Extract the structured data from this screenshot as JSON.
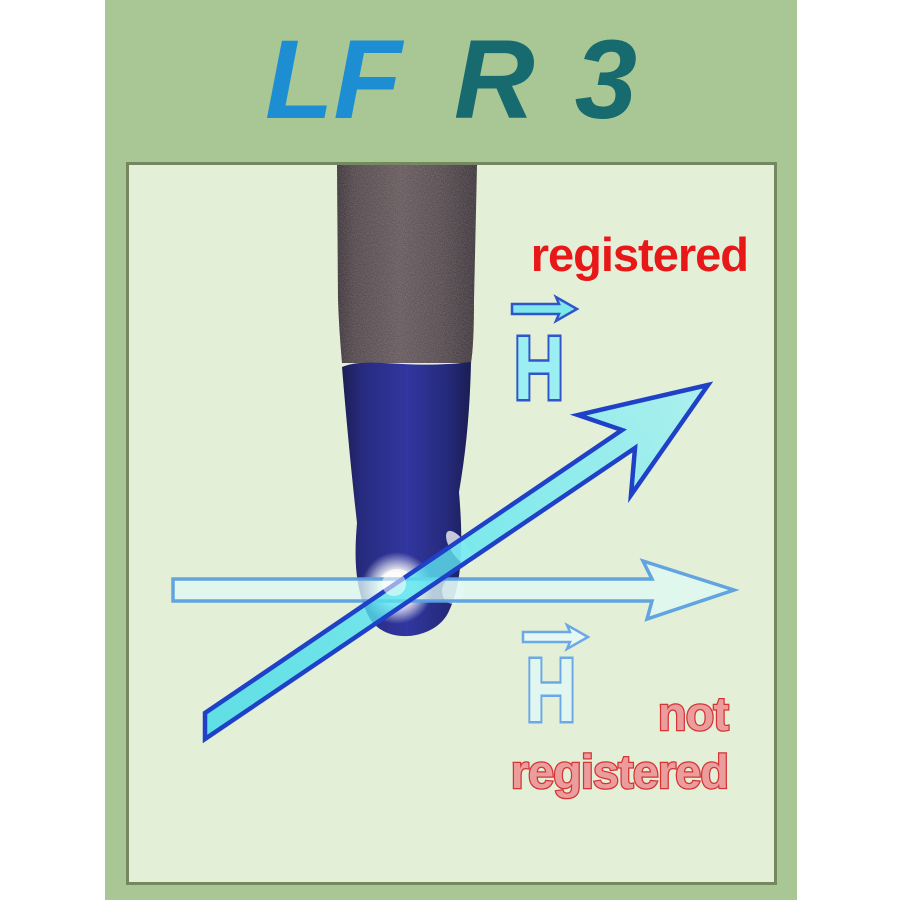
{
  "page": {
    "background": "#ffffff",
    "panel_background": "#a9c795"
  },
  "title": {
    "text": "LF R 3",
    "parts": [
      {
        "label": "LF",
        "color": "#1e8ed2"
      },
      {
        "label": "R",
        "color": "#176a6d"
      },
      {
        "label": "3",
        "color": "#176a6d"
      }
    ]
  },
  "figure": {
    "background": "#e3efd7",
    "border_color": "#74875f",
    "registered": {
      "label": "registered",
      "color": "#e81818"
    },
    "not_registered": {
      "line1": "not",
      "line2": "registered",
      "fill": "#eb9c9c",
      "outline": "#d63333"
    },
    "h_registered": {
      "label": "H",
      "fill": "#9beef2",
      "outline": "#2e55cc",
      "icon": "vector-overbar-arrow-icon"
    },
    "h_not_registered": {
      "label": "H",
      "fill": "#e2f6f0",
      "outline": "#6aa8e8",
      "icon": "vector-overbar-arrow-icon"
    },
    "arrows": {
      "registered_fill": "#5fe6f0",
      "registered_outline": "#1f41c8",
      "not_registered_fill": "#def8f4",
      "not_registered_outline": "#5b9fe0"
    },
    "probe": {
      "shaft_color": "#5a4e52",
      "tip_color": "#2c308c",
      "sensor_ball_color": "#ffffff"
    }
  }
}
